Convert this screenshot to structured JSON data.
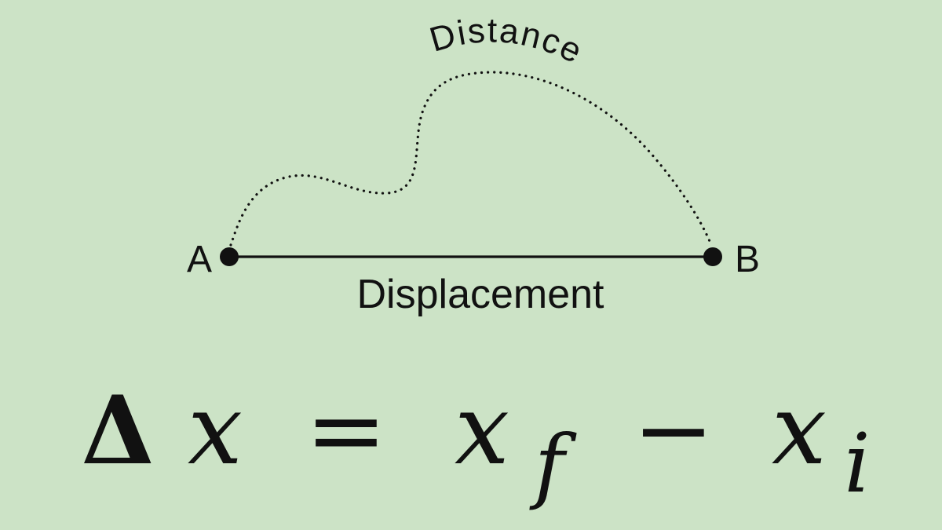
{
  "colors": {
    "background": "#cce3c6",
    "ink": "#111111"
  },
  "points": {
    "start": {
      "label": "A"
    },
    "end": {
      "label": "B"
    }
  },
  "paths": {
    "distance": {
      "label": "Distance",
      "style": "dotted-curve"
    },
    "displacement": {
      "label": "Displacement",
      "style": "solid-line"
    }
  },
  "equation": {
    "delta": "Δ",
    "lhs_var": "x",
    "equals": "=",
    "final_var": "x",
    "final_sub": "f",
    "minus": "−",
    "initial_var": "x",
    "initial_sub": "i"
  }
}
